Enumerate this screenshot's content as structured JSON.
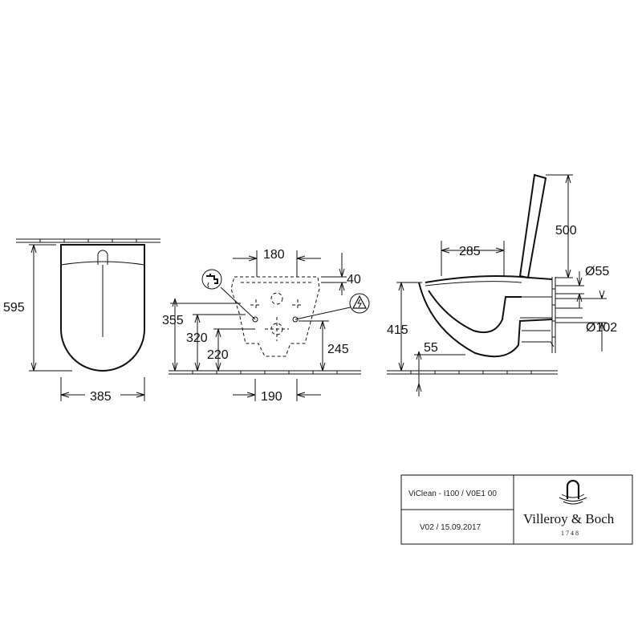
{
  "dimensions": {
    "front": {
      "height": "595",
      "width": "385"
    },
    "mounting": {
      "top_width": "180",
      "top_offset": "40",
      "h355": "355",
      "h320": "320",
      "h220": "220",
      "h245": "245",
      "bottom_width": "190"
    },
    "side": {
      "length": "285",
      "seat_height": "415",
      "lid_height": "500",
      "offset": "55",
      "inlet": "Ø55",
      "outlet": "Ø102"
    }
  },
  "title_block": {
    "product": "ViClean - I100 / V0E1 00",
    "version": "V02 / 15.09.2017",
    "brand": "Villeroy & Boch",
    "year": "1748"
  },
  "icons": {
    "water": "water-tap-icon",
    "electric": "electrical-warning-icon"
  }
}
